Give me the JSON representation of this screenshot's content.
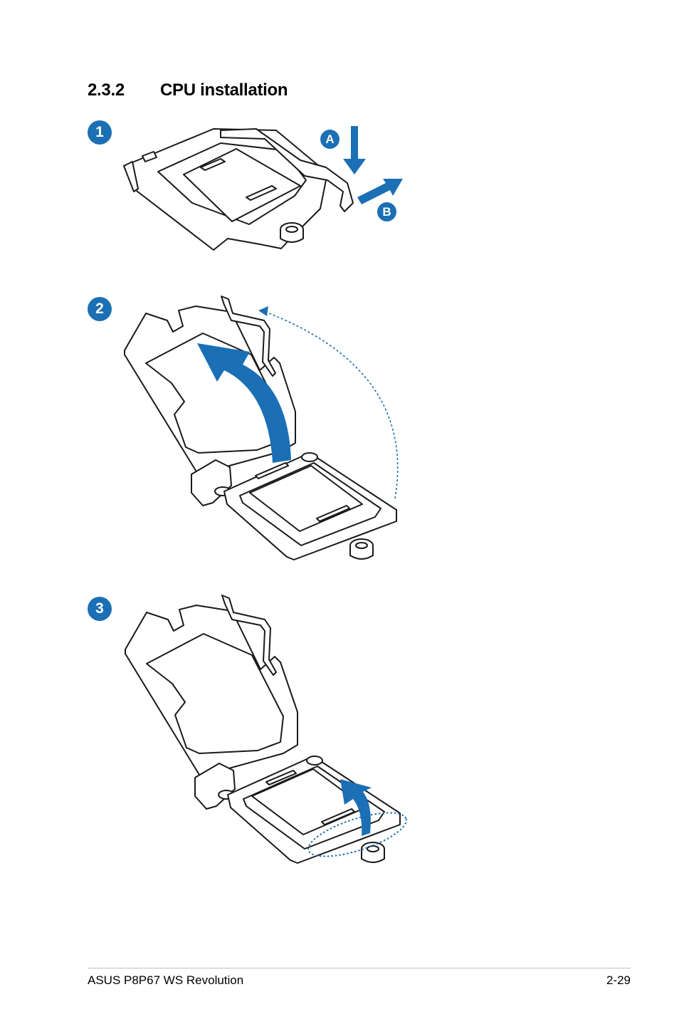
{
  "section": {
    "number": "2.3.2",
    "title": "CPU installation"
  },
  "steps": [
    {
      "badge": "1",
      "labels": {
        "a": "A",
        "b": "B"
      }
    },
    {
      "badge": "2"
    },
    {
      "badge": "3"
    }
  ],
  "footer": {
    "left": "ASUS P8P67 WS Revolution",
    "right": "2-29"
  },
  "colors": {
    "accent": "#1b6fb5",
    "line": "#1a1a1a"
  },
  "icons": [
    "cpu-socket-illustration",
    "arrow-icon"
  ]
}
